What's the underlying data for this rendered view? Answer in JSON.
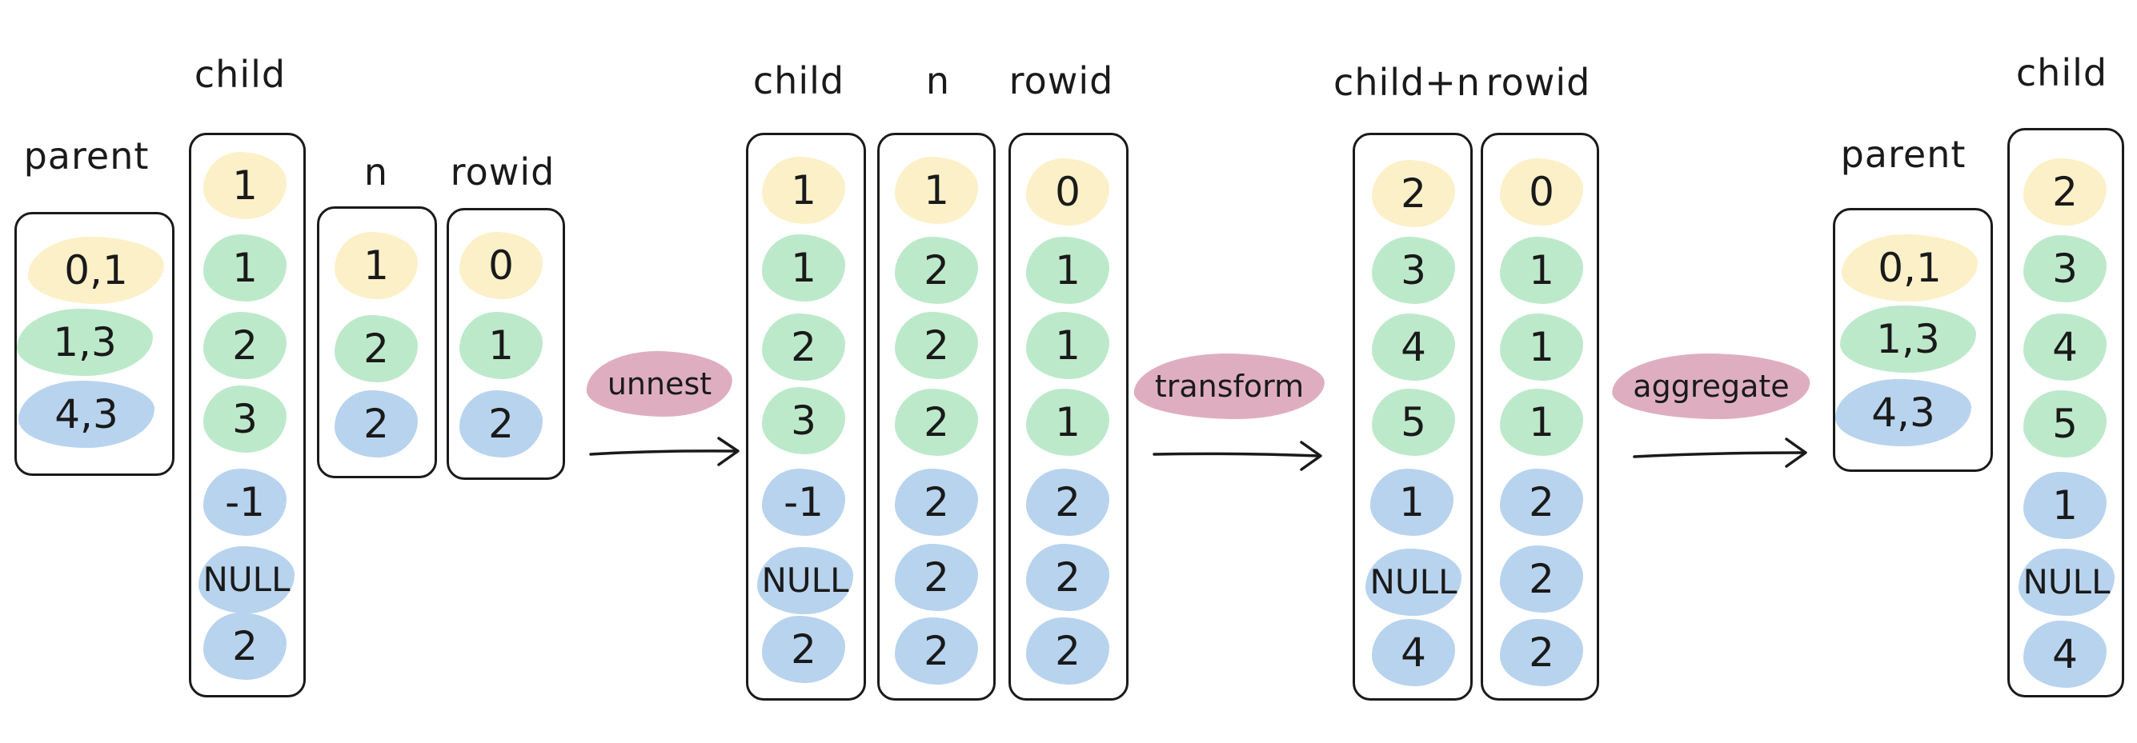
{
  "colors": {
    "yellow": "#fcf0c8",
    "green": "#bde9cb",
    "blue": "#b8d3ee",
    "operation": "#deaec0",
    "ink": "#1a1a1a"
  },
  "stage1": {
    "parent": {
      "header": "parent",
      "rows": [
        "0,1",
        "1,3",
        "4,3"
      ]
    },
    "child": {
      "header": "child",
      "rows": [
        "1",
        "1",
        "2",
        "3",
        "-1",
        "NULL",
        "2"
      ]
    },
    "n": {
      "header": "n",
      "rows": [
        "1",
        "2",
        "2"
      ]
    },
    "rowid": {
      "header": "rowid",
      "rows": [
        "0",
        "1",
        "2"
      ]
    }
  },
  "op_unnest": "unnest",
  "stage2": {
    "child": {
      "header": "child",
      "rows": [
        "1",
        "1",
        "2",
        "3",
        "-1",
        "NULL",
        "2"
      ]
    },
    "n": {
      "header": "n",
      "rows": [
        "1",
        "2",
        "2",
        "2",
        "2",
        "2",
        "2"
      ]
    },
    "rowid": {
      "header": "rowid",
      "rows": [
        "0",
        "1",
        "1",
        "1",
        "2",
        "2",
        "2"
      ]
    }
  },
  "op_transform": "transform",
  "stage3": {
    "child_plus_n": {
      "header": "child+n",
      "rows": [
        "2",
        "3",
        "4",
        "5",
        "1",
        "NULL",
        "4"
      ]
    },
    "rowid": {
      "header": "rowid",
      "rows": [
        "0",
        "1",
        "1",
        "1",
        "2",
        "2",
        "2"
      ]
    }
  },
  "op_aggregate": "aggregate",
  "stage4": {
    "parent": {
      "header": "parent",
      "rows": [
        "0,1",
        "1,3",
        "4,3"
      ]
    },
    "child": {
      "header": "child",
      "rows": [
        "2",
        "3",
        "4",
        "5",
        "1",
        "NULL",
        "4"
      ]
    }
  }
}
